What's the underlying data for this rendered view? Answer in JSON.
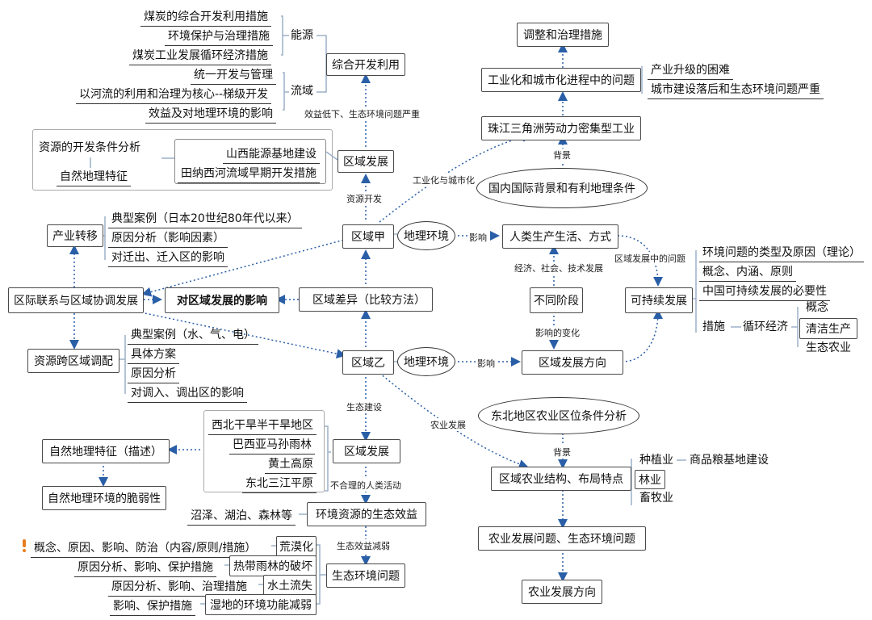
{
  "colors": {
    "connector": "#2a5fa8",
    "line": "#9bb0c8",
    "warn": "#e67e22"
  },
  "nodes": {
    "coal_comprehensive": "煤炭的综合开发利用措施",
    "env_protection": "环境保护与治理措施",
    "coal_circular": "煤炭工业发展循环经济措施",
    "energy": "能源",
    "unified_dev": "统一开发与管理",
    "river_cascade": "以河流的利用和治理为核心--梯级开发",
    "basin": "流域",
    "benefit_impact": "效益及对地理环境的影响",
    "comprehensive_use": "综合开发利用",
    "resource_conditions": "资源的开发条件分析",
    "natural_features": "自然地理特征",
    "shanxi_base": "山西能源基地建设",
    "tennessee": "田纳西河流域早期开发措施",
    "regional_dev_top": "区域发展",
    "industry_transfer": "产业转移",
    "case_japan": "典型案例（日本20世纪80年代以来）",
    "cause_factors": "原因分析（影响因素）",
    "impact_in_out": "对迁出、迁入区的影响",
    "region_a": "区域甲",
    "geo_env_a": "地理环境",
    "human_activity": "人类生产生活、方式",
    "international": "区际联系与区域协调发展",
    "impact_regional": "对区域发展的影响",
    "regional_diff": "区域差异（比较方法）",
    "different_stages": "不同阶段",
    "sustainable": "可持续发展",
    "resource_transfer": "资源跨区域调配",
    "case_water": "典型案例（水、气、电）",
    "concrete_plan": "具体方案",
    "cause_analysis": "原因分析",
    "impact_out_in": "对调入、调出区的影响",
    "region_b": "区域乙",
    "geo_env_b": "地理环境",
    "regional_direction": "区域发展方向",
    "env_types": "环境问题的类型及原因（理论）",
    "concept_connotation": "概念、内涵、原则",
    "china_necessity": "中国可持续发展的必要性",
    "measures": "措施",
    "circular_economy": "循环经济",
    "concept": "概念",
    "clean_production": "清洁生产",
    "eco_agriculture": "生态农业",
    "adjust": "调整和治理措施",
    "industrialization": "工业化和城市化进程中的问题",
    "upgrade_difficulty": "产业升级的困难",
    "urban_lag": "城市建设落后和生态环境问题严重",
    "pearl_delta": "珠江三角洲劳动力密集型工业",
    "domestic_bg": "国内国际背景和有利地理条件",
    "northwest": "西北干旱半干旱地区",
    "amazon": "巴西亚马孙雨林",
    "loess": "黄土高原",
    "sanjiang": "东北三江平原",
    "regional_dev_mid": "区域发展",
    "natural_describe": "自然地理特征（描述）",
    "fragility": "自然地理环境的脆弱性",
    "wetlands": "沼泽、湖泊、森林等",
    "eco_benefit": "环境资源的生态效益",
    "eco_problems": "生态环境问题",
    "desert_items": "概念、原因、影响、防治（内容/原则/措施）",
    "desertification": "荒漠化",
    "rainforest_items": "原因分析、影响、保护措施",
    "rainforest": "热带雨林的破坏",
    "erosion_items": "原因分析、影响、治理措施",
    "erosion": "水土流失",
    "wetland_items": "影响、保护措施",
    "wetland_loss": "湿地的环境功能减弱",
    "ne_agri": "东北地区农业区位条件分析",
    "agri_structure": "区域农业结构、布局特点",
    "planting": "种植业",
    "grain_base": "商品粮基地建设",
    "forestry": "林业",
    "livestock": "畜牧业",
    "agri_problems": "农业发展问题、生态环境问题",
    "agri_direction": "农业发展方向"
  },
  "edge_labels": {
    "low_benefit": "效益低下、生态环境问题严重",
    "resource_dev": "资源开发",
    "industrial_urban": "工业化与城市化",
    "background_top": "背景",
    "influence_a": "影响",
    "econ_social": "经济、社会、技术发展",
    "regional_problems": "区域发展中的问题",
    "influence_change": "影响的变化",
    "influence_b": "影响",
    "eco_construction": "生态建设",
    "agri_dev": "农业发展",
    "background_bottom": "背景",
    "irrational": "不合理的人类活动",
    "eco_reduce": "生态效益减弱"
  }
}
